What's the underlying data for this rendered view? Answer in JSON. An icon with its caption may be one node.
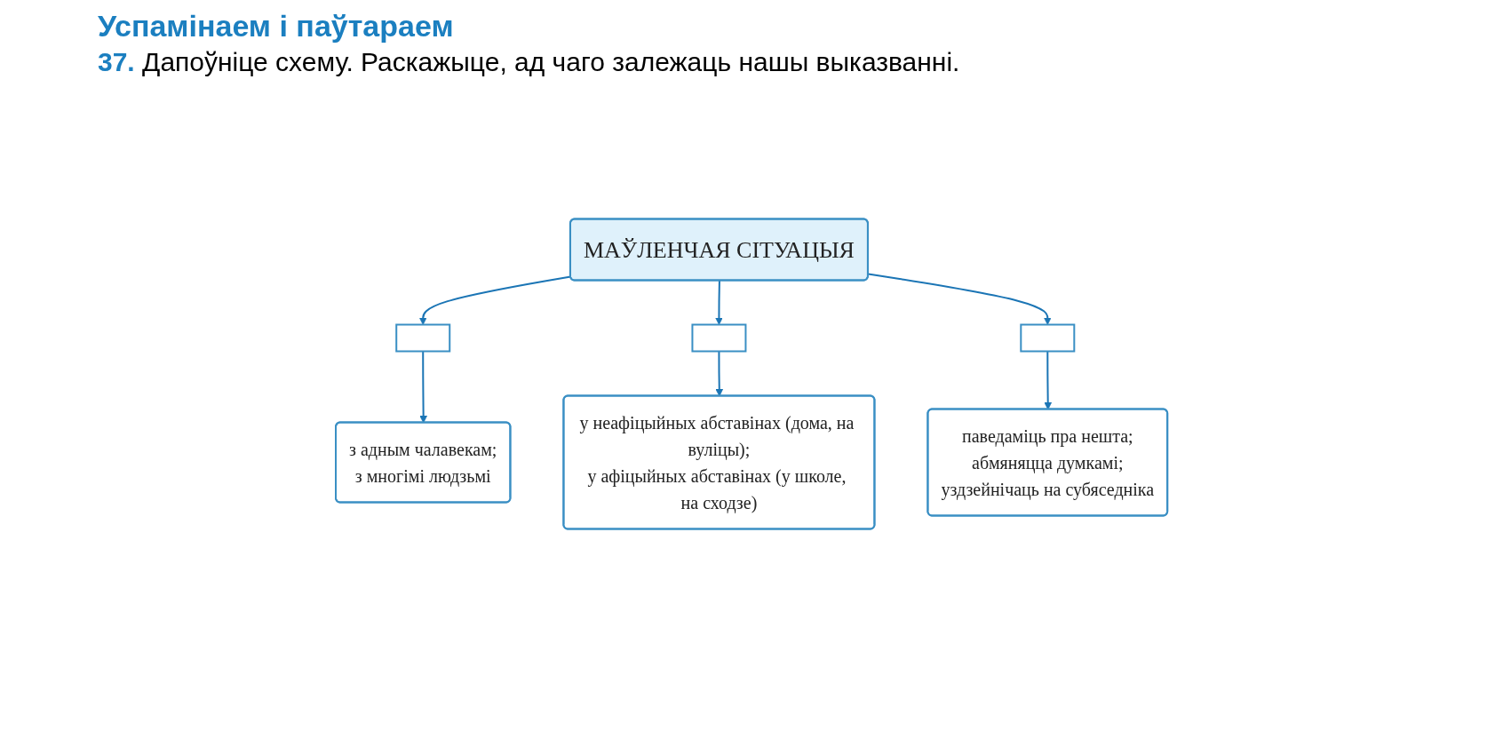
{
  "diagram": {
    "title": "Успамінаем і паўтараем",
    "nodes": [
      {
        "text": [
          "МАЎЛЕНЧАЯ СІТУАЦЫЯ"
        ]
      },
      {
        "text": [],
        "shape": "box"
      },
      {
        "text": [],
        "shape": "box"
      },
      {
        "text": [],
        "shape": "box"
      },
      {
        "text": [
          "з адным чалавекам;",
          "з многімі людзьмі"
        ]
      },
      {
        "text": [
          "у неафіцыйных абставінах (дома, на вуліцы);",
          "у афіцыйных абставінах (у школе, на сходзе)"
        ]
      },
      {
        "text": [
          "паведаміць пра нешта;",
          "абмяняцца думкамі;",
          "уздзейнічаць на субяседніка"
        ]
      }
    ],
    "edges": [
      {
        "from": 0,
        "to": 1,
        "arrow": "to"
      },
      {
        "from": 0,
        "to": 2,
        "arrow": "to"
      },
      {
        "from": 0,
        "to": 3,
        "arrow": "to"
      },
      {
        "from": 1,
        "to": 4,
        "arrow": "to"
      },
      {
        "from": 2,
        "to": 5,
        "arrow": "to"
      },
      {
        "from": 3,
        "to": 6,
        "arrow": "to"
      }
    ],
    "labels": [
      "37.",
      "Дапоўніце схему. Раскажыце, ад чаго залежаць нашы выказванні."
    ]
  }
}
